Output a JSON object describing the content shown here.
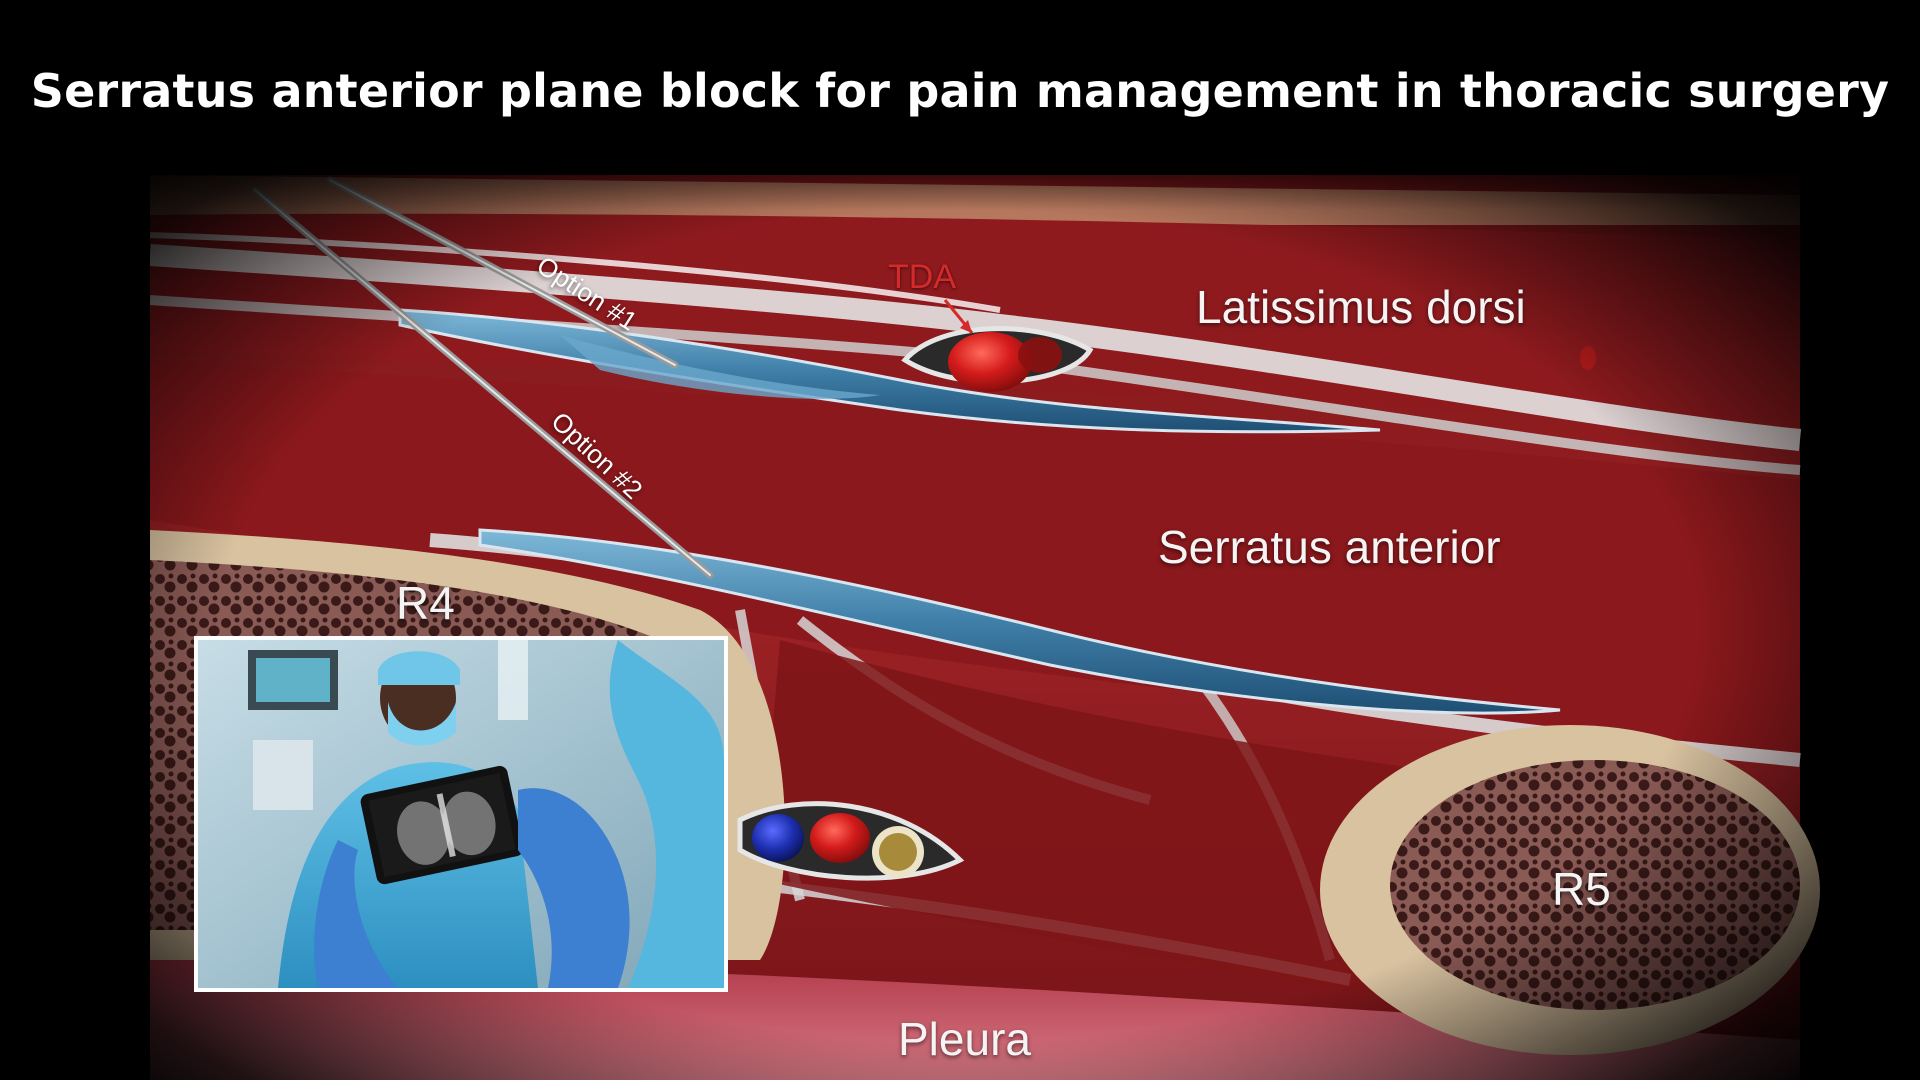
{
  "title": "Serratus anterior plane block for pain management in thoracic surgery",
  "labels": {
    "tda": "TDA",
    "latissimus": "Latissimus dorsi",
    "serratus": "Serratus anterior",
    "r4": "R4",
    "r5": "R5",
    "pleura": "Pleura",
    "option1": "Option #1",
    "option2": "Option #2"
  },
  "icons": {
    "needle": "needle-icon",
    "artery": "artery-icon"
  },
  "colors": {
    "background": "#000000",
    "muscle": "#8c1a1d",
    "fascia": "#d9d9d9",
    "injectate": "#3f7fa8",
    "artery": "#d41b1b",
    "vein": "#1d2fb0",
    "nerve": "#c9b35a",
    "bone_cortex": "#d9c2a0",
    "tda_label": "#d42a2a",
    "inset_border": "#ffffff"
  }
}
